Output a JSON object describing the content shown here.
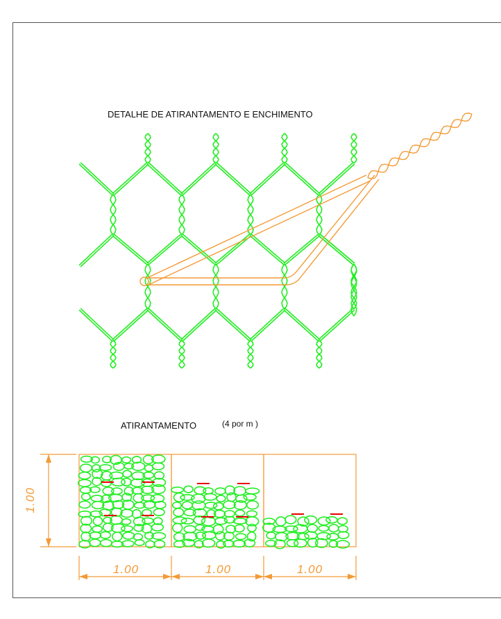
{
  "titles": {
    "detail": "DETALHE DE ATIRANTAMENTO E ENCHIMENTO",
    "tie": "ATIRANTAMENTO",
    "tie_sub": "(4 por m )"
  },
  "dimensions": {
    "width_1": "1.00",
    "width_2": "1.00",
    "width_3": "1.00",
    "height": "1.00"
  },
  "colors": {
    "mesh": "#22ee22",
    "wire": "#f39a36",
    "tie_mark": "#e60000",
    "frame": "#555555"
  }
}
